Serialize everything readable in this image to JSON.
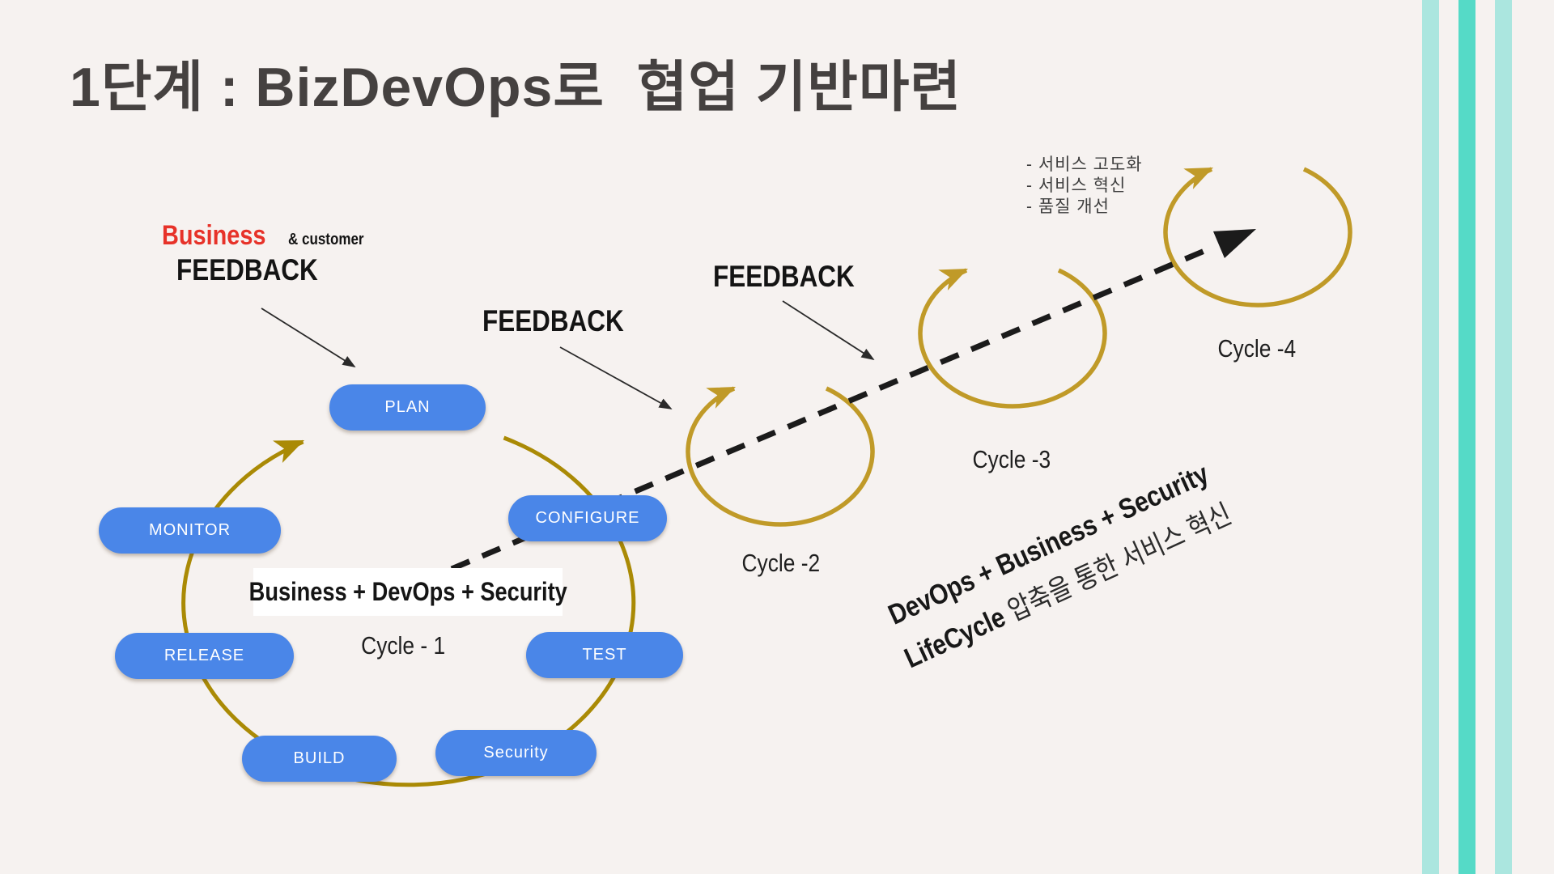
{
  "slide": {
    "title": "1단계 : BizDevOps로  협업 기반마련"
  },
  "colors": {
    "background": "#f6f2f0",
    "pill_blue": "#4a86e8",
    "pill_text": "#ffffff",
    "ring_gold": "#aa8a05",
    "circle_gold": "#c09a28",
    "dash_black": "#1b1b1b",
    "red": "#e73229",
    "ink": "#454140",
    "stripe_light": "#abe6df",
    "stripe_medium": "#55dac7"
  },
  "feedback_business": {
    "brand": "Business",
    "suffix": "& customer",
    "label": "FEEDBACK"
  },
  "feedback_mid": "FEEDBACK",
  "feedback_right": "FEEDBACK",
  "pills": {
    "plan": "PLAN",
    "configure": "CONFIGURE",
    "monitor": "MONITOR",
    "release": "RELEASE",
    "test": "TEST",
    "security": "Security",
    "build": "BUILD"
  },
  "center_label": "Business + DevOps + Security",
  "cycles": {
    "c1": "Cycle - 1",
    "c2": "Cycle -2",
    "c3": "Cycle -3",
    "c4": "Cycle -4"
  },
  "benefits": [
    "- 서비스 고도화",
    "- 서비스 혁신",
    "- 품질 개선"
  ],
  "rotated": {
    "line1": "DevOps + Business + Security",
    "line2_en": "LifeCycle",
    "line2_ko": " 압축을 통한 서비스 혁신"
  }
}
